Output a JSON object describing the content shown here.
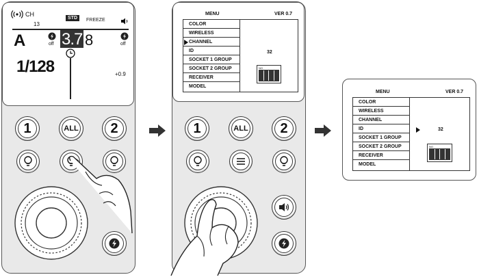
{
  "panel1": {
    "channel_label": "CH",
    "channel_number": "13",
    "std_badge": "STD",
    "freeze_label": "FREEZE",
    "group_letter": "A",
    "off_left": "off",
    "off_right": "off",
    "power_left": "3.7",
    "power_right": "8",
    "ratio": "1/128",
    "ev_value": "+0.9",
    "buttons": {
      "one": "1",
      "all": "ALL",
      "two": "2"
    }
  },
  "menu": {
    "title": "MENU",
    "version": "VER 0.7",
    "items": [
      "COLOR",
      "WIRELESS",
      "CHANNEL",
      "ID",
      "SOCKET 1 GROUP",
      "SOCKET 2 GROUP",
      "RECEIVER",
      "MODEL"
    ],
    "id_value": "32",
    "no_label": "NO"
  },
  "panel2": {
    "buttons": {
      "one": "1",
      "all": "ALL",
      "two": "2"
    }
  }
}
